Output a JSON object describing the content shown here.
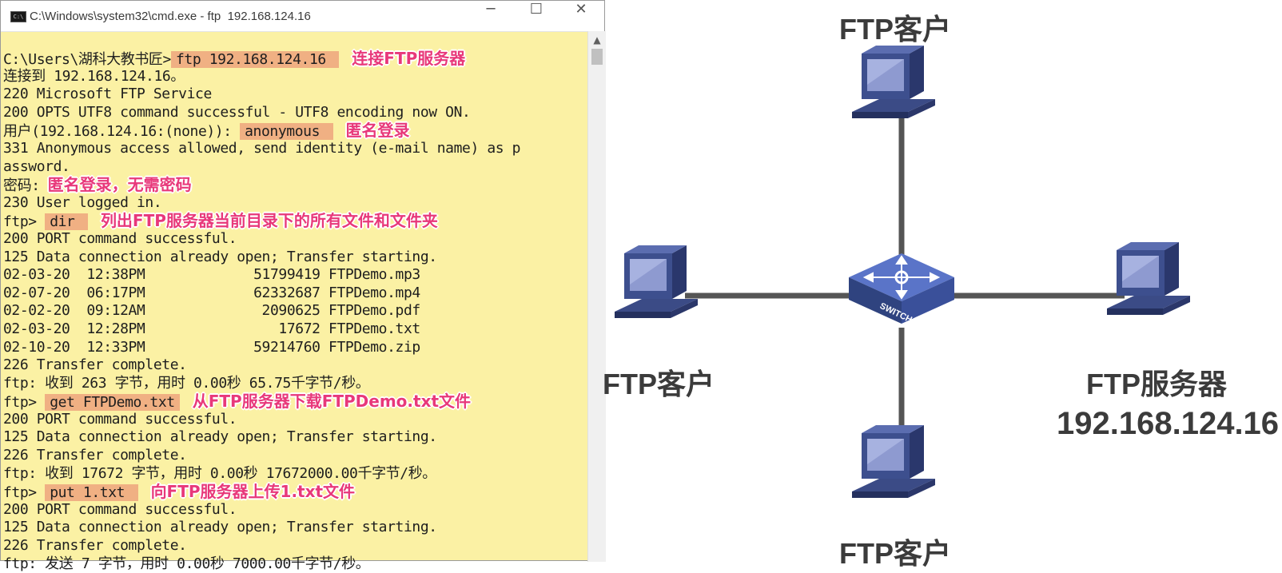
{
  "window": {
    "title": "C:\\Windows\\system32\\cmd.exe - ftp  192.168.124.16",
    "icon_text": "C:\\",
    "minimize": "─",
    "maximize": "☐",
    "close": "✕",
    "scroll_up": "▲"
  },
  "console": {
    "lines": [
      {
        "text": "C:\\Users\\湖科大教书匠>",
        "hl": "ftp 192.168.124.16 ",
        "note": "连接FTP服务器"
      },
      {
        "text": "连接到 192.168.124.16。"
      },
      {
        "text": "220 Microsoft FTP Service"
      },
      {
        "text": "200 OPTS UTF8 command successful - UTF8 encoding now ON."
      },
      {
        "text": "用户(192.168.124.16:(none)): ",
        "hl": "anonymous ",
        "note": "匿名登录"
      },
      {
        "text": "331 Anonymous access allowed, send identity (e-mail name) as p"
      },
      {
        "text": "assword."
      },
      {
        "text": "密码:",
        "note": "匿名登录，无需密码"
      },
      {
        "text": "230 User logged in."
      },
      {
        "text": "ftp> ",
        "hl": "dir ",
        "note": "列出FTP服务器当前目录下的所有文件和文件夹"
      },
      {
        "text": "200 PORT command successful."
      },
      {
        "text": "125 Data connection already open; Transfer starting."
      },
      {
        "text": "02-03-20  12:38PM             51799419 FTPDemo.mp3"
      },
      {
        "text": "02-07-20  06:17PM             62332687 FTPDemo.mp4"
      },
      {
        "text": "02-02-20  09:12AM              2090625 FTPDemo.pdf"
      },
      {
        "text": "02-03-20  12:28PM                17672 FTPDemo.txt"
      },
      {
        "text": "02-10-20  12:33PM             59214760 FTPDemo.zip"
      },
      {
        "text": "226 Transfer complete."
      },
      {
        "text": "ftp: 收到 263 字节，用时 0.00秒 65.75千字节/秒。"
      },
      {
        "text": "ftp> ",
        "hl": "get FTPDemo.txt",
        "note": "从FTP服务器下载FTPDemo.txt文件"
      },
      {
        "text": "200 PORT command successful."
      },
      {
        "text": "125 Data connection already open; Transfer starting."
      },
      {
        "text": "226 Transfer complete."
      },
      {
        "text": "ftp: 收到 17672 字节，用时 0.00秒 17672000.00千字节/秒。"
      },
      {
        "text": "ftp> ",
        "hl": "put 1.txt ",
        "note": "向FTP服务器上传1.txt文件"
      },
      {
        "text": "200 PORT command successful."
      },
      {
        "text": "125 Data connection already open; Transfer starting."
      },
      {
        "text": "226 Transfer complete."
      },
      {
        "text": "ftp: 发送 7 字节，用时 0.00秒 7000.00千字节/秒。"
      }
    ]
  },
  "diagram": {
    "switch_label": "SWITCH",
    "client_top": "FTP客户",
    "client_left": "FTP客户",
    "client_bottom": "FTP客户",
    "server_label": "FTP服务器",
    "server_ip": "192.168.124.16"
  },
  "colors": {
    "console_bg": "#fbf1a4",
    "highlight": "#f0b083",
    "note": "#e8387a",
    "device_blue": "#3d4f8e",
    "switch_blue": "#3f58a8"
  }
}
